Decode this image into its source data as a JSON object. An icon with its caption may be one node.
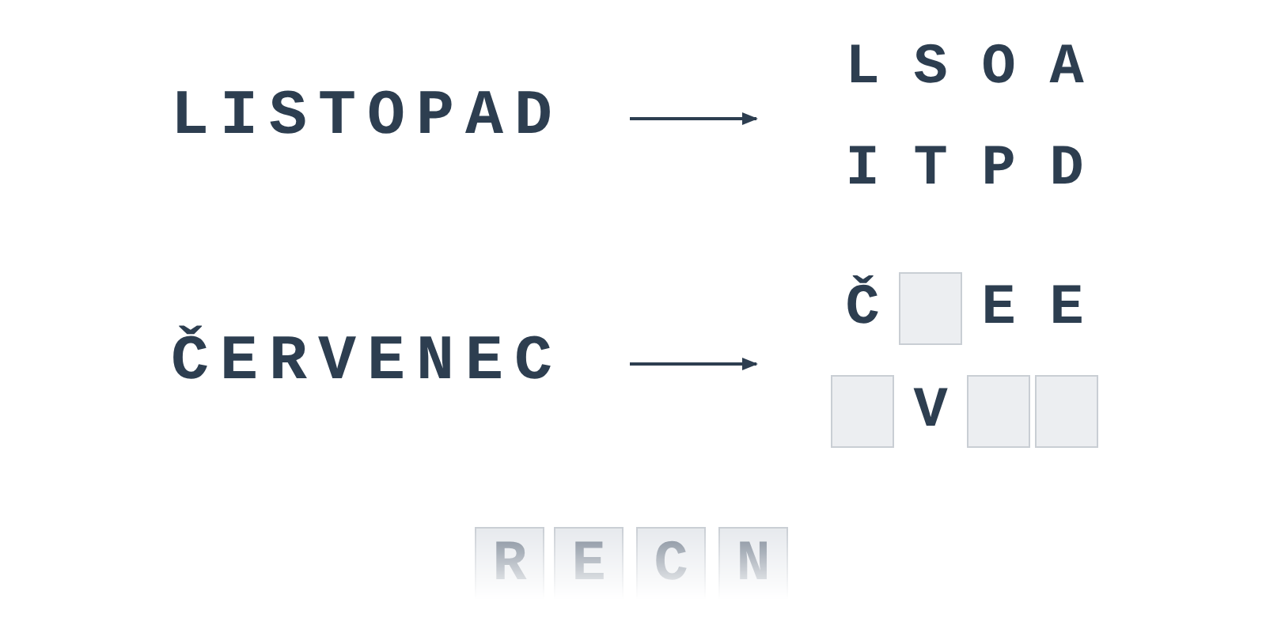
{
  "diagram": {
    "nodes": [
      {
        "text": [
          "LISTOPAD"
        ]
      },
      {
        "text": [
          "L",
          "S",
          "O",
          "A",
          "I",
          "T",
          "P",
          "D"
        ]
      },
      {
        "text": [
          "ČERVENEC"
        ]
      },
      {
        "text": [
          "Č",
          "E",
          "E",
          "V"
        ]
      },
      {
        "text": [],
        "shape": "box",
        "in": 3
      },
      {
        "text": [],
        "shape": "box",
        "in": 3
      },
      {
        "text": [],
        "shape": "box",
        "in": 3
      },
      {
        "text": [],
        "shape": "box",
        "in": 3
      }
    ],
    "edges": [
      {
        "from": 0,
        "to": 1,
        "arrow": "to"
      },
      {
        "from": 2,
        "to": 3,
        "arrow": "to"
      }
    ],
    "labels": [
      "R",
      "E",
      "C",
      "N"
    ]
  }
}
